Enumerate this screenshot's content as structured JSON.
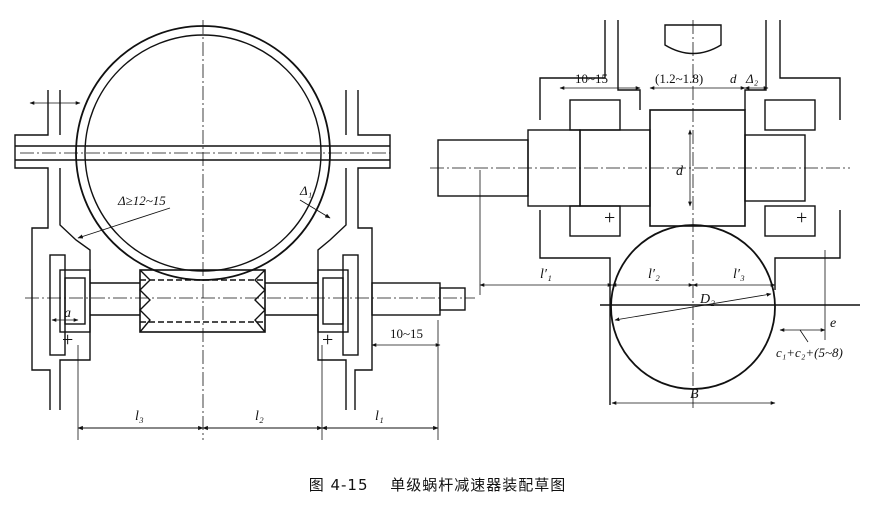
{
  "left_view": {
    "delta1": "Δ≥12~15",
    "delta_small": "Δ₁",
    "a": "a",
    "dim_10_15": "10~15",
    "l3": "l₃",
    "l2": "l₂",
    "l1": "l₁",
    "plus": "+"
  },
  "right_view": {
    "dim_10_15": "10~15",
    "dim_ratio": "(1.2~1.8)",
    "d_label": "d",
    "delta2": "Δ₂",
    "d_vertical": "d",
    "l1p": "l′₁",
    "l2p": "l′₂",
    "l3p": "l′₃",
    "D2": "D₂",
    "e": "e",
    "c_formula": "c₁+c₂+(5~8)",
    "B": "B",
    "plus": "+"
  },
  "caption": {
    "number": "图 4-15",
    "title": "单级蜗杆减速器装配草图"
  }
}
